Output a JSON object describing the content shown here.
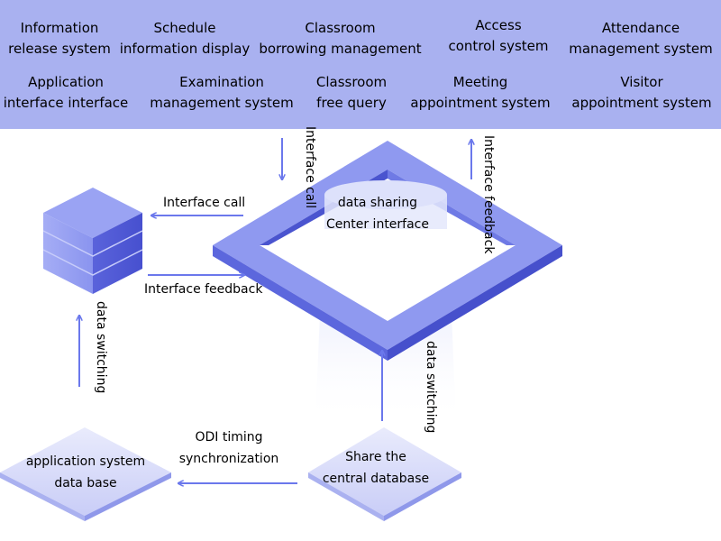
{
  "systems": [
    {
      "line1": "Information",
      "line2": "release system"
    },
    {
      "line1": "Schedule",
      "line2": "information display"
    },
    {
      "line1": "Classroom",
      "line2": "borrowing management"
    },
    {
      "line1": "Access",
      "line2": "control system"
    },
    {
      "line1": "Attendance",
      "line2": "management system"
    },
    {
      "line1": "Application",
      "line2": "interface interface"
    },
    {
      "line1": "Examination",
      "line2": "management system"
    },
    {
      "line1": "Classroom",
      "line2": "free query"
    },
    {
      "line1": "Meeting",
      "line2": "appointment system"
    },
    {
      "line1": "Visitor",
      "line2": "appointment system"
    }
  ],
  "labels": {
    "interface_call_top": "Interface call",
    "interface_feedback_top": "Interface feedback",
    "interface_call_left": "Interface call",
    "interface_feedback_left": "Interface feedback",
    "data_switching_left": "data switching",
    "data_switching_right": "data switching",
    "odi_line1": "ODI timing",
    "odi_line2": "synchronization"
  },
  "nodes": {
    "hub_line1": "data sharing",
    "hub_line2": "Center interface",
    "app_db_line1": "application system",
    "app_db_line2": "data base",
    "central_db_line1": "Share the",
    "central_db_line2": "central database"
  },
  "colors": {
    "top_band": "#a9b1f0",
    "accent": "#6b78ec",
    "frame_top": "#8f99f0",
    "frame_side": "#5560d8"
  }
}
